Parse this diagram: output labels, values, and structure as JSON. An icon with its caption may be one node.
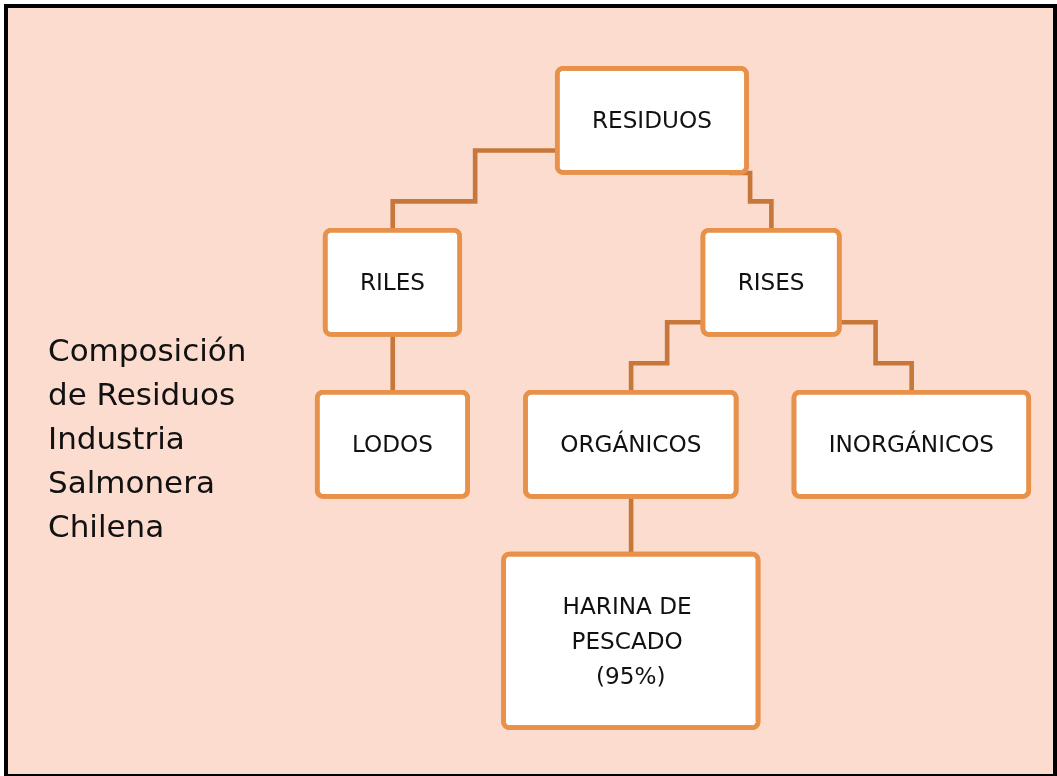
{
  "diagram": {
    "title": "Composición de Residuos Industria Salmonera Chilena",
    "nodes": [
      {
        "text": [
          "RESIDUOS"
        ]
      },
      {
        "text": [
          "RILES"
        ]
      },
      {
        "text": [
          "RISES"
        ]
      },
      {
        "text": [
          "LODOS"
        ]
      },
      {
        "text": [
          "ORGÁNICOS"
        ]
      },
      {
        "text": [
          "INORGÁNICOS"
        ]
      },
      {
        "text": [
          "HARINA DE PESCADO (95%)"
        ]
      }
    ],
    "edges": [
      {
        "from": 0,
        "to": 1,
        "arrow": "none"
      },
      {
        "from": 0,
        "to": 2,
        "arrow": "none"
      },
      {
        "from": 1,
        "to": 3,
        "arrow": "none"
      },
      {
        "from": 2,
        "to": 4,
        "arrow": "none"
      },
      {
        "from": 2,
        "to": 5,
        "arrow": "none"
      },
      {
        "from": 4,
        "to": 6,
        "arrow": "none"
      }
    ]
  }
}
